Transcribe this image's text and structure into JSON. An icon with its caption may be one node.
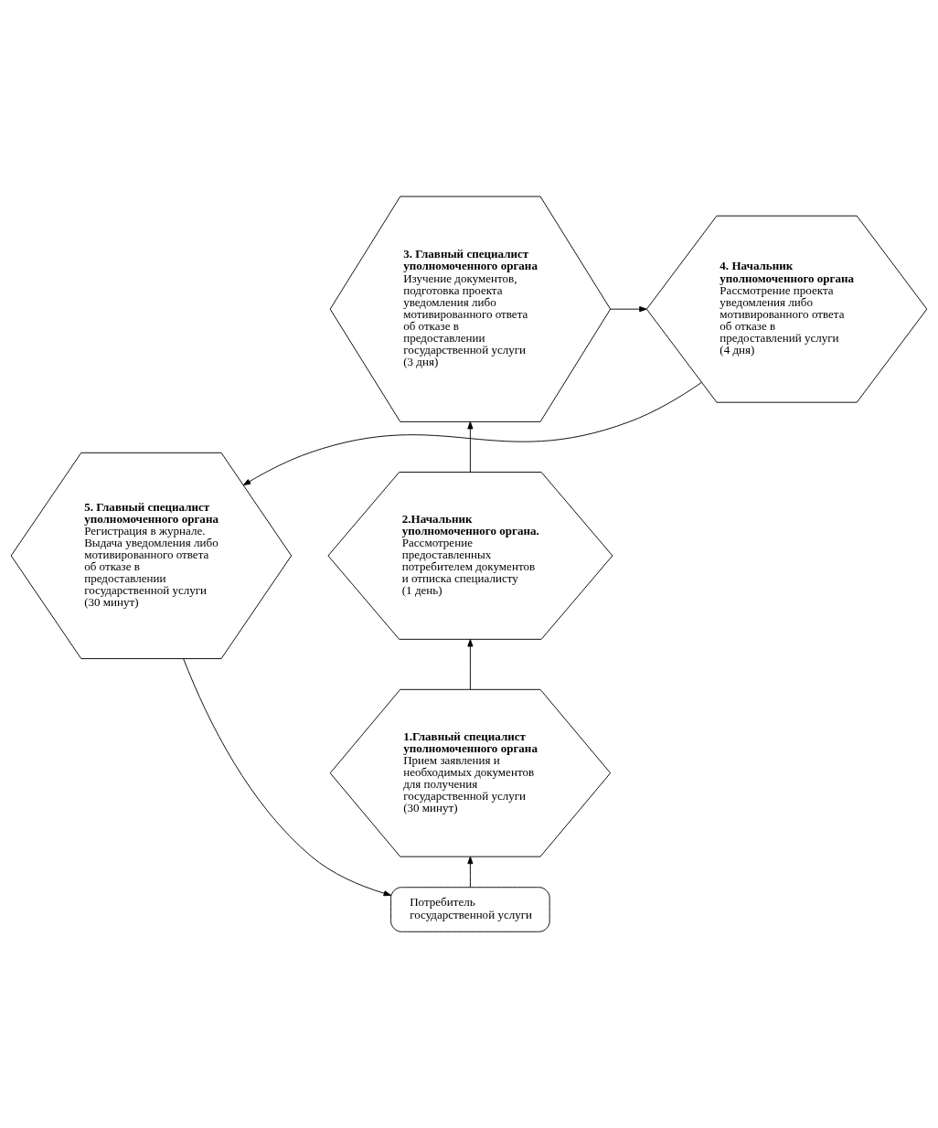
{
  "diagram": {
    "nodes": [
      {
        "text": [
          "3. Главный специалист уполномоченного органа",
          "Изучение документов, подготовка проекта уведомления либо мотивированного ответа об отказе в предоставлении государственной услуги",
          "(3 дня)"
        ]
      },
      {
        "text": [
          "4. Начальник уполномоченного органа",
          "Рассмотрение проекта уведомления либо мотивированного ответа об отказе в предоставлений услуги",
          "(4 дня)"
        ]
      },
      {
        "text": [
          "2.Начальник уполномоченного органа.",
          "Рассмотрение предоставленных потребителем документов и отписка специалисту",
          "(1 день)"
        ]
      },
      {
        "text": [
          "5. Главный специалист уполномоченного органа",
          "Регистрация в журнале. Выдача уведомления либо мотивированного ответа об отказе в предоставлении государственной услуги",
          "(30 минут)"
        ]
      },
      {
        "text": [
          "1.Главный специалист уполномоченного органа",
          "Прием заявления и необходимых документов для получения государственной услуги",
          "(30 минут)"
        ]
      },
      {
        "text": [
          "Потребитель государственной услуги"
        ]
      }
    ],
    "edges": [
      {
        "from": 0,
        "to": 1,
        "arrow": "to"
      },
      {
        "from": 1,
        "to": 3,
        "arrow": "to"
      },
      {
        "from": 2,
        "to": 0,
        "arrow": "to"
      },
      {
        "from": 4,
        "to": 2,
        "arrow": "to"
      },
      {
        "from": 3,
        "to": 5,
        "arrow": "to"
      },
      {
        "from": 5,
        "to": 4,
        "arrow": "to"
      }
    ]
  }
}
